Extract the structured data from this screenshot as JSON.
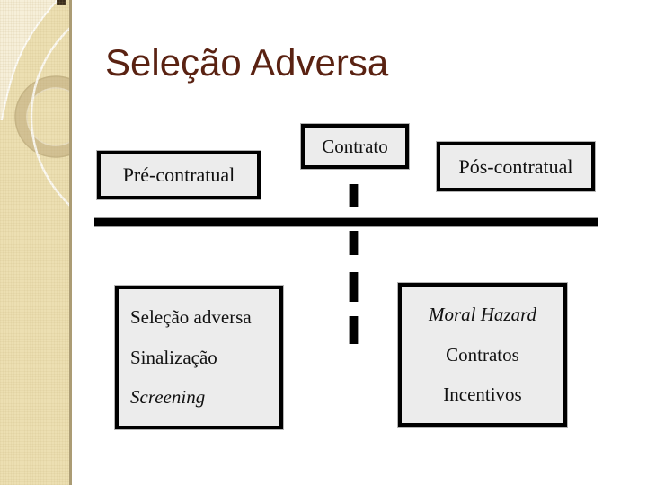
{
  "title": {
    "text": "Seleção Adversa"
  },
  "palette": {
    "title_color": "#5a2212",
    "sidebar_base": "#ecdfb2",
    "sidebar_light": "#f6efd9",
    "sidebar_ring": "#d2c194",
    "sidebar_edge": "#ab9c74",
    "box_background": "#ececec",
    "box_border": "#000000",
    "timeline_color": "#000000"
  },
  "diagram": {
    "timeline": {
      "pre_label": "Pré-contratual",
      "contract_label": "Contrato",
      "post_label": "Pós-contratual"
    },
    "pre_group": {
      "line1": "Seleção adversa",
      "line2": "Sinalização",
      "line3": "Screening"
    },
    "post_group": {
      "line1": "Moral Hazard",
      "line2": "Contratos",
      "line3": "Incentivos"
    }
  }
}
